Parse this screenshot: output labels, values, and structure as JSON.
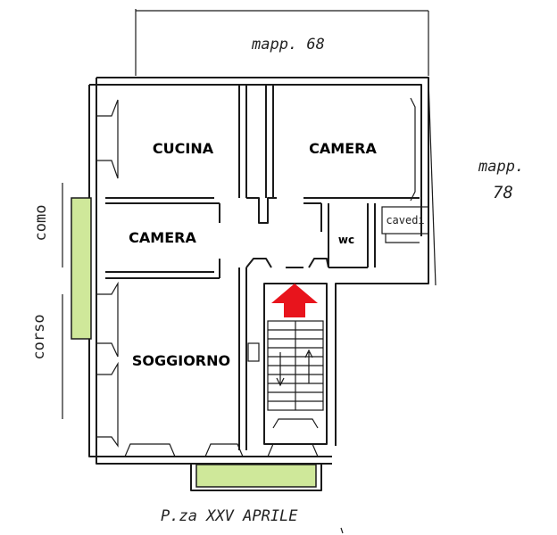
{
  "title_top": "mapp. 68",
  "title_right_line1": "mapp.",
  "title_right_line2": "78",
  "street_left_top": "como",
  "street_left_bottom": "corso",
  "street_bottom": "P.za XXV APRILE",
  "rooms": {
    "cucina": "CUCINA",
    "camera_top": "CAMERA",
    "camera_left": "CAMERA",
    "wc": "wc",
    "cavedio": "cavedi",
    "soggiorno": "SOGGIORNO"
  },
  "colors": {
    "balcony": "#cfe89a",
    "entry_arrow": "#e8141c",
    "walls": "#1a1a1a"
  },
  "icons": {
    "entry": "red-up-arrow-icon"
  }
}
